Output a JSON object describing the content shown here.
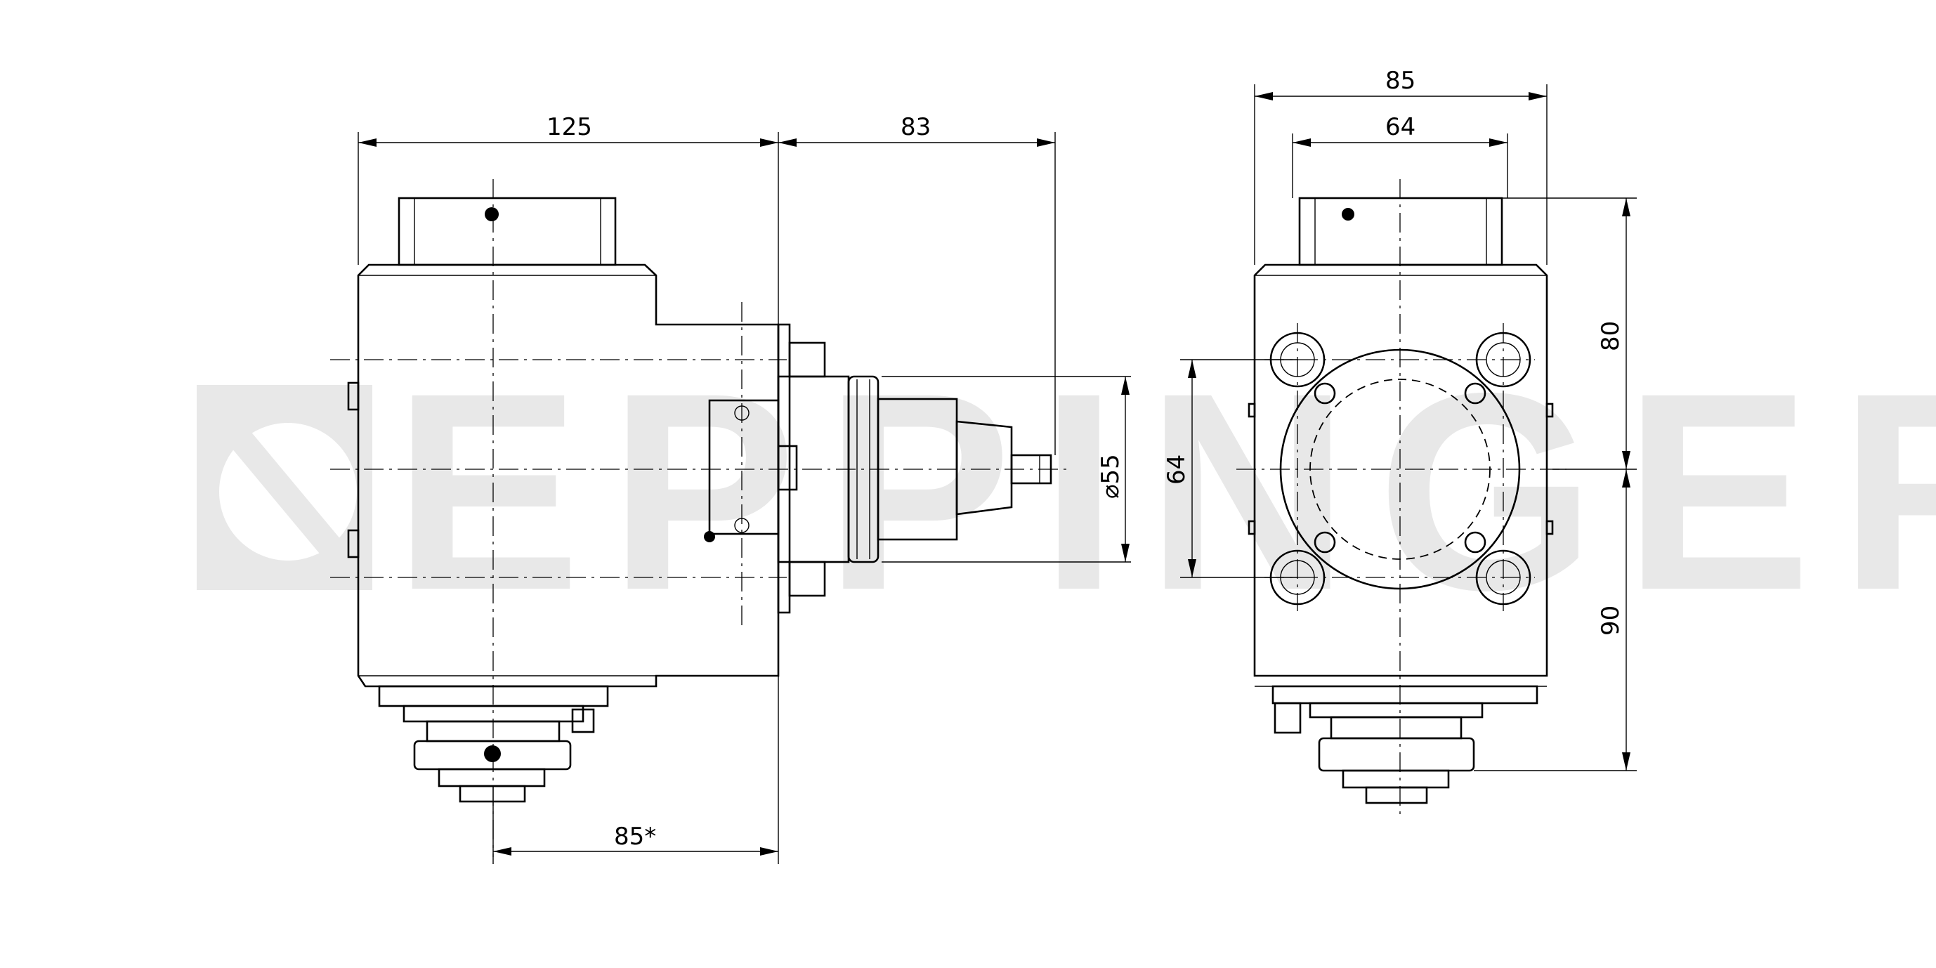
{
  "watermark": {
    "text": "EPPINGER",
    "color": "#e8e8e8"
  },
  "dimensions": {
    "body_length": "125",
    "spindle_length": "83",
    "bottom_length": "85*",
    "top_width": "85",
    "inner_width": "64",
    "flange_diameter": "⌀55",
    "bolt_spacing": "64",
    "upper_height": "80",
    "lower_height": "90"
  }
}
